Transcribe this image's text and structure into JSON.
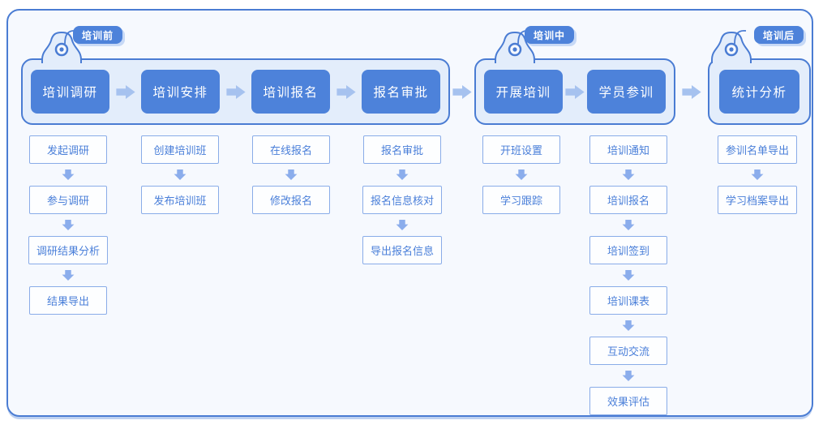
{
  "colors": {
    "primary_blue": "#4d82da",
    "border_blue": "#4a7cd3",
    "group_background": "#e3edfb",
    "frame_background": "#f6f9fe",
    "flow_arrow": "#a6c2ef",
    "sub_arrow": "#8badec",
    "sub_text": "#4a7fd9",
    "sub_border": "#89ace8",
    "tag_shadow": "#c7d9f6"
  },
  "phases": [
    {
      "tag": "培训前",
      "main": [
        "培训调研",
        "培训安排",
        "培训报名",
        "报名审批"
      ],
      "columns": [
        [
          "发起调研",
          "参与调研",
          "调研结果分析",
          "结果导出"
        ],
        [
          "创建培训班",
          "发布培训班"
        ],
        [
          "在线报名",
          "修改报名"
        ],
        [
          "报名审批",
          "报名信息核对",
          "导出报名信息"
        ]
      ]
    },
    {
      "tag": "培训中",
      "main": [
        "开展培训",
        "学员参训"
      ],
      "columns": [
        [
          "开班设置",
          "学习跟踪"
        ],
        [
          "培训通知",
          "培训报名",
          "培训签到",
          "培训课表",
          "互动交流",
          "效果评估"
        ]
      ]
    },
    {
      "tag": "培训后",
      "main": [
        "统计分析"
      ],
      "columns": [
        [
          "参训名单导出",
          "学习档案导出"
        ]
      ]
    }
  ]
}
